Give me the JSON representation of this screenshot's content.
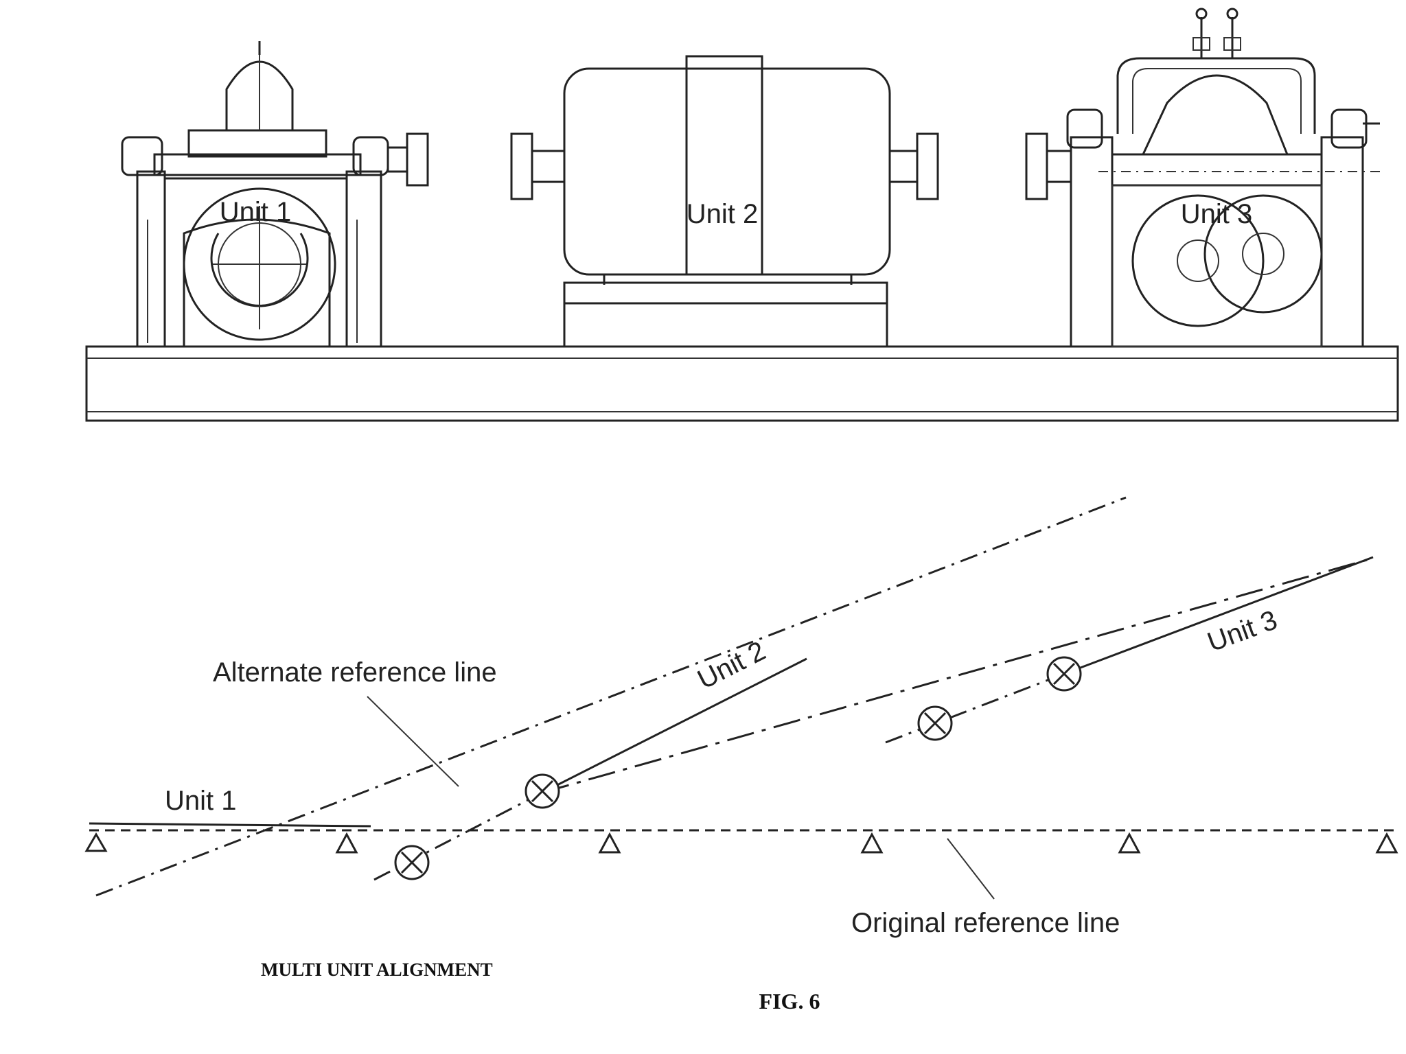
{
  "figure": {
    "units": [
      {
        "label": "Unit 1"
      },
      {
        "label": "Unit 2"
      },
      {
        "label": "Unit 3"
      }
    ],
    "graph": {
      "unit1_label": "Unit 1",
      "unit2_label": "Unit 2",
      "unit3_label": "Unit 3",
      "alternate_reference_label": "Alternate reference line",
      "original_reference_label": "Original reference line"
    },
    "caption_title": "MULTI UNIT ALIGNMENT",
    "figure_number": "FIG. 6"
  }
}
